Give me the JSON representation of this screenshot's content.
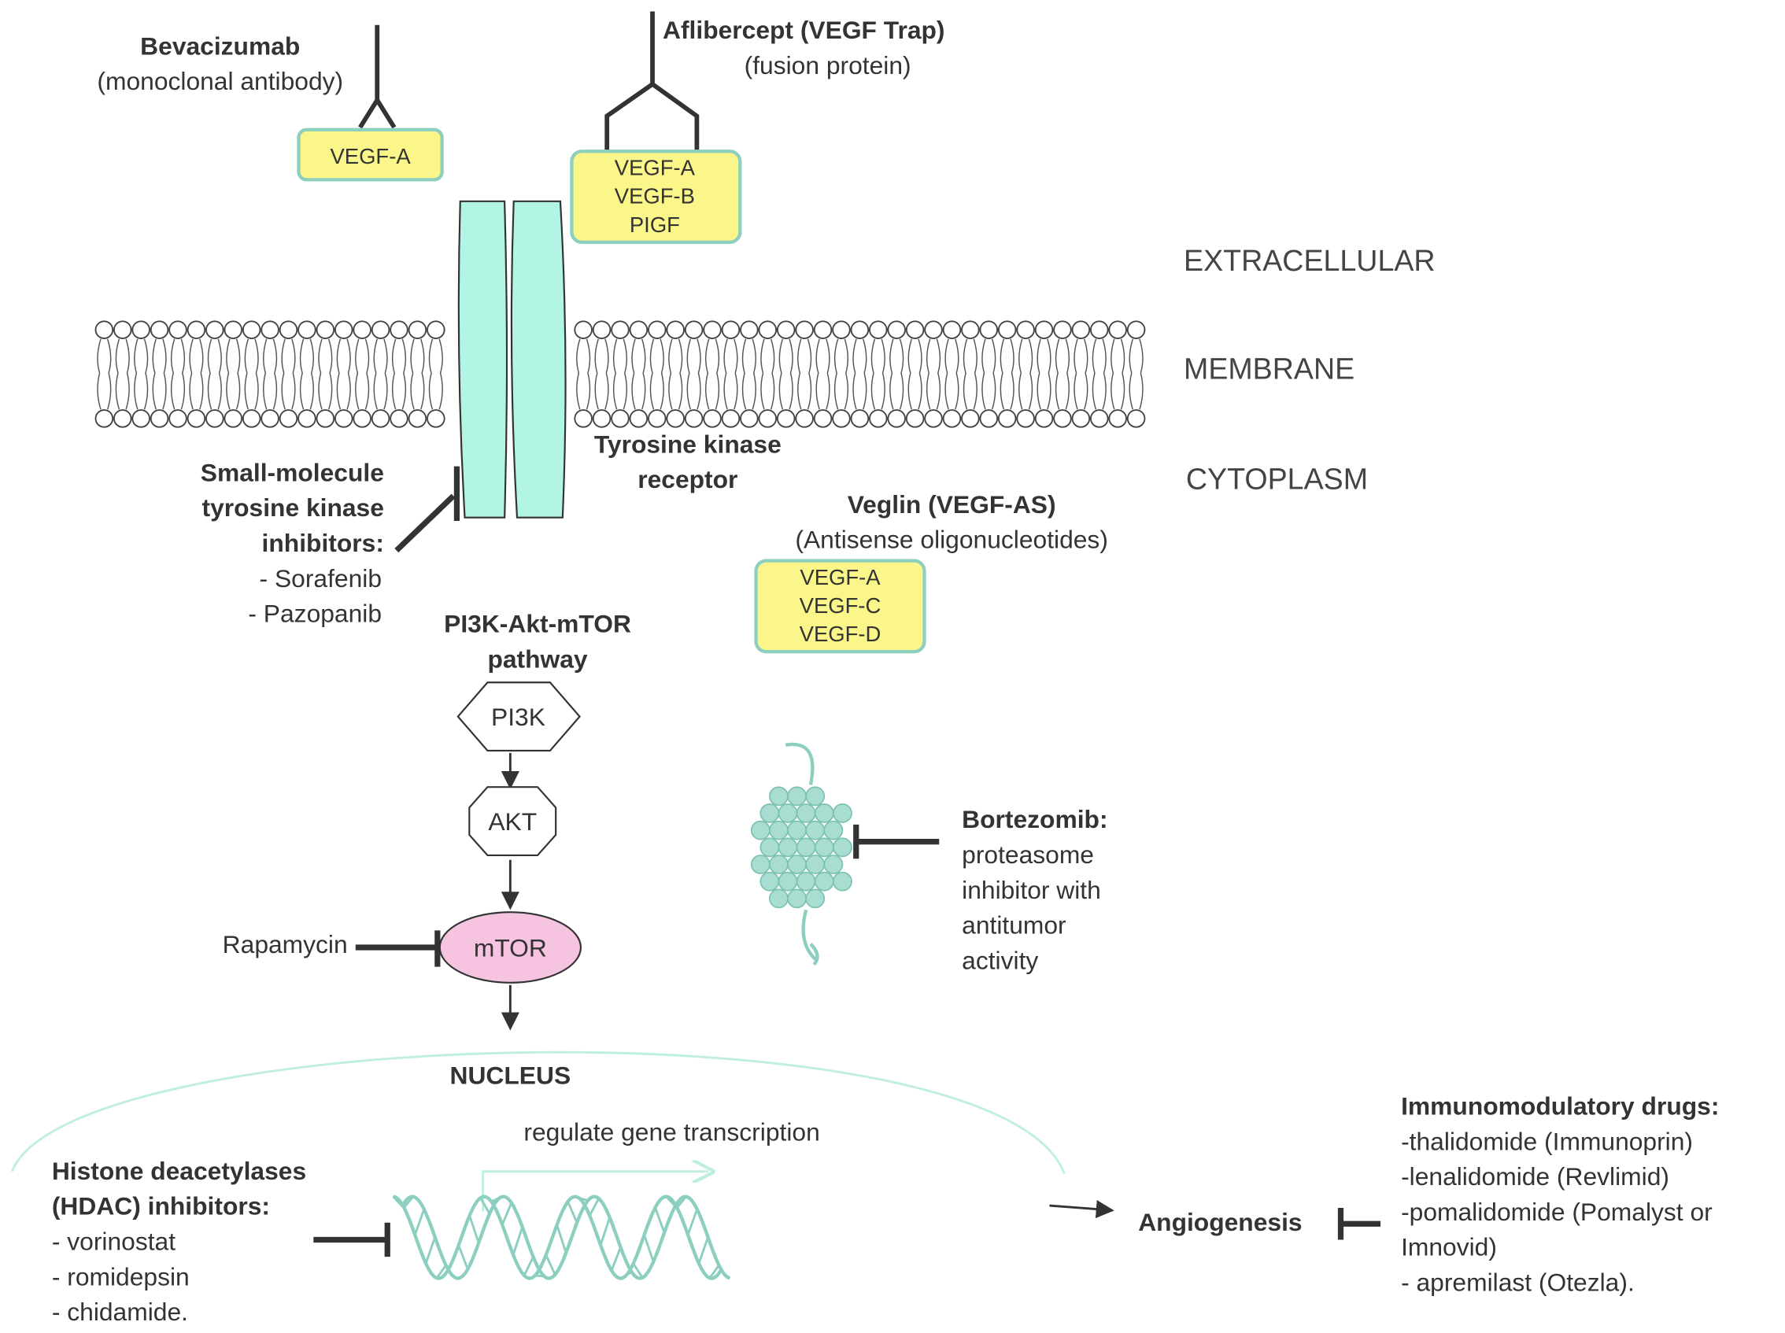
{
  "colors": {
    "receptor": "#b3f5e4",
    "ligand_box": "#fbf68a",
    "ligand_border": "#8fcfc0",
    "mtor": "#f6c4e0",
    "teal": "#8ccfc0",
    "nucleus": "#bfeee2",
    "ink": "#333333"
  },
  "regions": {
    "extracellular": "EXTRACELLULAR",
    "membrane": "MEMBRANE",
    "cytoplasm": "CYTOPLASM",
    "nucleus": "NUCLEUS"
  },
  "bevacizumab": {
    "name": "Bevacizumab",
    "type": "(monoclonal antibody)",
    "targets": [
      "VEGF-A"
    ]
  },
  "aflibercept": {
    "name": "Aflibercept (VEGF Trap)",
    "type": "(fusion protein)",
    "targets": [
      "VEGF-A",
      "VEGF-B",
      "PIGF"
    ]
  },
  "receptor": {
    "line1": "Tyrosine kinase",
    "line2": "receptor"
  },
  "tki": {
    "lines": [
      "Small-molecule",
      "tyrosine kinase",
      "inhibitors:"
    ],
    "drugs": [
      "- Sorafenib",
      "- Pazopanib"
    ]
  },
  "veglin": {
    "name": "Veglin (VEGF-AS)",
    "type": "(Antisense oligonucleotides)",
    "targets": [
      "VEGF-A",
      "VEGF-C",
      "VEGF-D"
    ]
  },
  "pathway": {
    "title1": "PI3K-Akt-mTOR",
    "title2": "pathway",
    "pi3k": "PI3K",
    "akt": "AKT",
    "mtor": "mTOR",
    "rapamycin": "Rapamycin"
  },
  "bortezomib": {
    "name": "Bortezomib:",
    "lines": [
      "proteasome",
      "inhibitor with",
      "antitumor",
      "activity"
    ]
  },
  "transcription": "regulate gene transcription",
  "hdac": {
    "lines": [
      "Histone deacetylases",
      "(HDAC) inhibitors:"
    ],
    "drugs": [
      "- vorinostat",
      "- romidepsin",
      "- chidamide."
    ]
  },
  "angiogenesis": "Angiogenesis",
  "imids": {
    "title": "Immunomodulatory drugs:",
    "drugs": [
      "-thalidomide (Immunoprin)",
      "-lenalidomide (Revlimid)",
      "-pomalidomide (Pomalyst or",
      "Imnovid)",
      "- apremilast (Otezla)."
    ]
  }
}
